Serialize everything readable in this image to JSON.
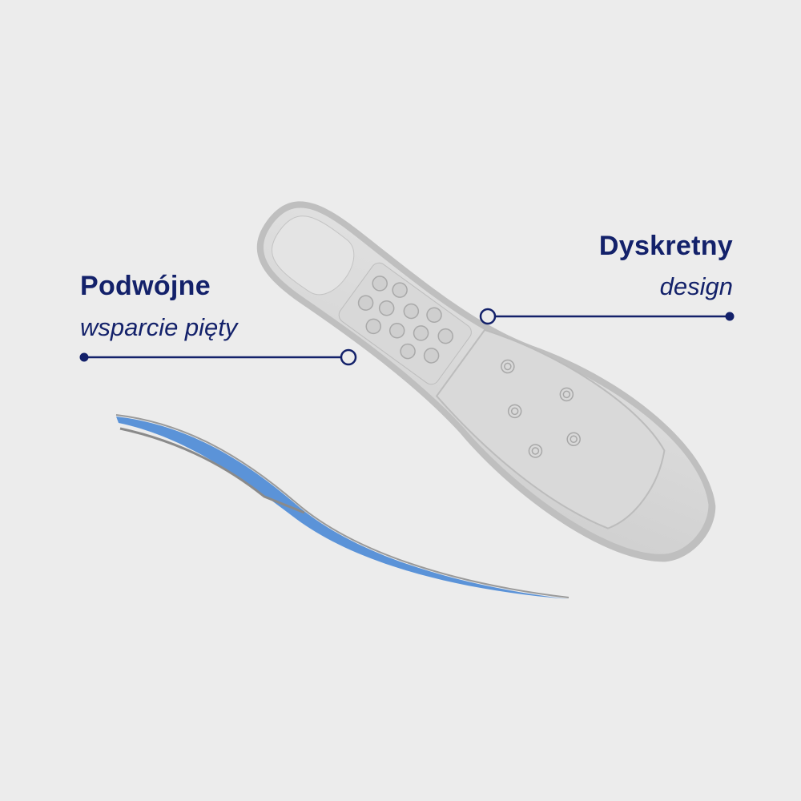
{
  "callouts": [
    {
      "title": "Podwójne",
      "subtitle": "wsparcie pięty"
    },
    {
      "title": "Dyskretny",
      "subtitle": "design"
    }
  ],
  "colors": {
    "accent": "#13216a",
    "background": "#ececec",
    "insole": "#d6d6d6",
    "profile_blue": "#5b93d8"
  }
}
